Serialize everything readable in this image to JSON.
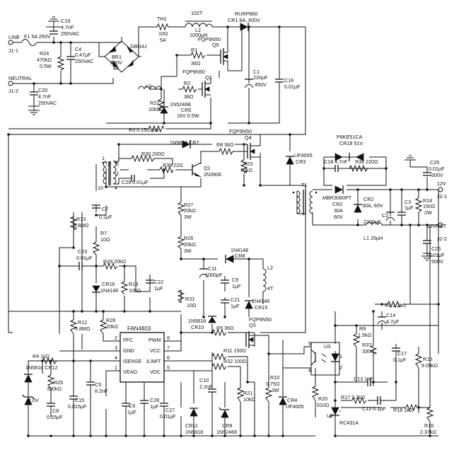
{
  "inputs": {
    "line": [
      "LINE",
      "J1-1"
    ],
    "neutral": [
      "NEUTRAL",
      "J1-2"
    ]
  },
  "fuse": [
    "F1 5A 250V"
  ],
  "input_filter": {
    "c19": [
      "C19",
      "4.7nF",
      "250VAC"
    ],
    "r24": [
      "R24",
      "470kΩ",
      "0.5W"
    ],
    "c4": [
      "C4",
      "0.47µF",
      "250VAC"
    ],
    "c20": [
      "C20",
      "4.7nF",
      "250VAC"
    ],
    "br1": [
      "BR1",
      "600V",
      "4A"
    ],
    "gbu": [
      "GBU4J"
    ]
  },
  "th1": [
    "TH1",
    "10Ω",
    "5A"
  ],
  "l2_top": [
    "102T",
    "L2",
    "1000µH"
  ],
  "cr1": [
    "RURP860",
    "CR1  8A, 600V"
  ],
  "q5": [
    "FQP9N50",
    "Q5"
  ],
  "r1": [
    "R1",
    "36Ω"
  ],
  "q2": [
    "FQP9N50",
    "Q2"
  ],
  "r2": [
    "R2",
    "36Ω"
  ],
  "l3": [
    "L3"
  ],
  "r22": [
    "R22",
    "10kΩ"
  ],
  "cr5": [
    "1N5246B",
    "CR5",
    "16V  0.5W"
  ],
  "c1": [
    "C1",
    "220µF",
    "450V"
  ],
  "c16": [
    "C16",
    "0.01µF"
  ],
  "r3": [
    "R3  0.15Ω 3W"
  ],
  "q4": [
    "FQP9N50",
    "Q4"
  ],
  "cr7": [
    "1N5818 CR7"
  ],
  "r8": [
    "R8  36Ω"
  ],
  "r23": [
    "R23",
    "10kΩ"
  ],
  "t2": [
    "T2",
    "1",
    "3",
    "2",
    "10",
    "4"
  ],
  "r30": [
    "R30 200Ω"
  ],
  "r38": [
    "R38 22Ω"
  ],
  "q1": [
    "Q1",
    "2N3906"
  ],
  "c29": [
    "C29 0.01µF"
  ],
  "cr3": [
    "UF4005",
    "CR3"
  ],
  "cr18": [
    "P6KE51CA",
    "CR18 51V"
  ],
  "c18": [
    "C18 4.7nF"
  ],
  "r36": [
    "R36 220Ω"
  ],
  "t1": [
    "T1"
  ],
  "cr2": [
    "MBR3060PT",
    "CR2",
    "30A",
    "60V",
    "CR2",
    "30A, 60V"
  ],
  "c2": [
    "C2",
    "2200µF"
  ],
  "l1": [
    "L1 25µH"
  ],
  "c3": [
    "C3",
    "1µF"
  ],
  "r14": [
    "R14",
    "150Ω",
    "2W"
  ],
  "c25": [
    "C25",
    "0.01µF",
    "500V"
  ],
  "c26": [
    "C26",
    "0.01µF",
    "500V"
  ],
  "outputs": {
    "v12": [
      "12V",
      "J2-1"
    ],
    "vret": [
      "12VRET",
      "J2-2"
    ]
  },
  "c7": [
    "C7",
    "0.1µF"
  ],
  "r13": [
    "R13",
    "5.8MΩ"
  ],
  "r7": [
    "R7",
    "10Ω"
  ],
  "r27": [
    "R27",
    "20kΩ",
    "3W"
  ],
  "r26": [
    "R26",
    "20kΩ",
    "3W"
  ],
  "c23": [
    "C23",
    "0.01µF"
  ],
  "r29": [
    "R29  20kΩ"
  ],
  "cr16": [
    "CR16",
    "1N4148"
  ],
  "r19": [
    "R19",
    "10kΩ"
  ],
  "c22": [
    "C22",
    "1µF"
  ],
  "cr8": [
    "1N4148",
    "CR8"
  ],
  "c11": [
    "C11",
    "1000µF"
  ],
  "c9": [
    "C9",
    "1µF"
  ],
  "c21": [
    "C21",
    "1µF"
  ],
  "cr15": [
    "1N4148",
    "CR15"
  ],
  "l2b": [
    "L2",
    "4T"
  ],
  "r31": [
    "R31",
    "10Ω"
  ],
  "r12": [
    "R12",
    "5.8MΩ"
  ],
  "r28": [
    "R28",
    "20kΩ"
  ],
  "ic": {
    "name": "FAN4803",
    "pins_left": [
      "PFC",
      "GND",
      "ISENSE",
      "VEAO"
    ],
    "pins_right": [
      "PWM",
      "VCC",
      "ILIMIT",
      "VDC"
    ],
    "nums_left": [
      "2",
      "3",
      "4",
      "1"
    ],
    "nums_right": [
      "8",
      "7",
      "6",
      "5"
    ]
  },
  "cr10": [
    "1N5818",
    "CR10"
  ],
  "r5": [
    "R5  36Ω"
  ],
  "q3": [
    "FQP9N50",
    "Q3"
  ],
  "r11": [
    "R11  150Ω"
  ],
  "r32": [
    "R32  100Ω"
  ],
  "r10": [
    "R10",
    "0.75Ω",
    "3W"
  ],
  "r21": [
    "R21",
    "10kΩ"
  ],
  "c10": [
    "C10",
    "2.2nF"
  ],
  "cr4": [
    "CR4",
    "UF4005"
  ],
  "r4": [
    "R4  1kΩ"
  ],
  "cr12": [
    "1N5818 CR12"
  ],
  "z7": [
    "7.0V"
  ],
  "r25": [
    "R25",
    "390kΩ"
  ],
  "c8": [
    "C8",
    "0.15µF"
  ],
  "c15": [
    "C15",
    "0.015µF"
  ],
  "c5": [
    "C5",
    "8.2nF"
  ],
  "c6": [
    "C6",
    "1µF"
  ],
  "c28": [
    "C28",
    "1µF"
  ],
  "c27": [
    "C27",
    "0.01µF"
  ],
  "cr11": [
    "CR11",
    "1N5818"
  ],
  "cr9": [
    "CR9",
    "1N52468"
  ],
  "u3": [
    "U3",
    "5",
    "4",
    "1",
    "2"
  ],
  "r20": [
    "R20",
    "510Ω"
  ],
  "r9": [
    "R9",
    "1.5kΩ"
  ],
  "r6": [
    "R6 1.2kΩ"
  ],
  "c14": [
    "C14",
    "4.7µF"
  ],
  "r37": [
    "R37",
    "330Ω"
  ],
  "c17": [
    "C17",
    "0.1µF"
  ],
  "r15": [
    "R15",
    "9.09kΩ"
  ],
  "c13": [
    "C13 1nF"
  ],
  "r17": [
    "R17 3.3kΩ"
  ],
  "c12": [
    "C12 0.1µF"
  ],
  "r18": [
    "R18 1kΩ"
  ],
  "u2": [
    "U2",
    "RC431A"
  ],
  "r16": [
    "R16",
    "2.37kΩ"
  ]
}
